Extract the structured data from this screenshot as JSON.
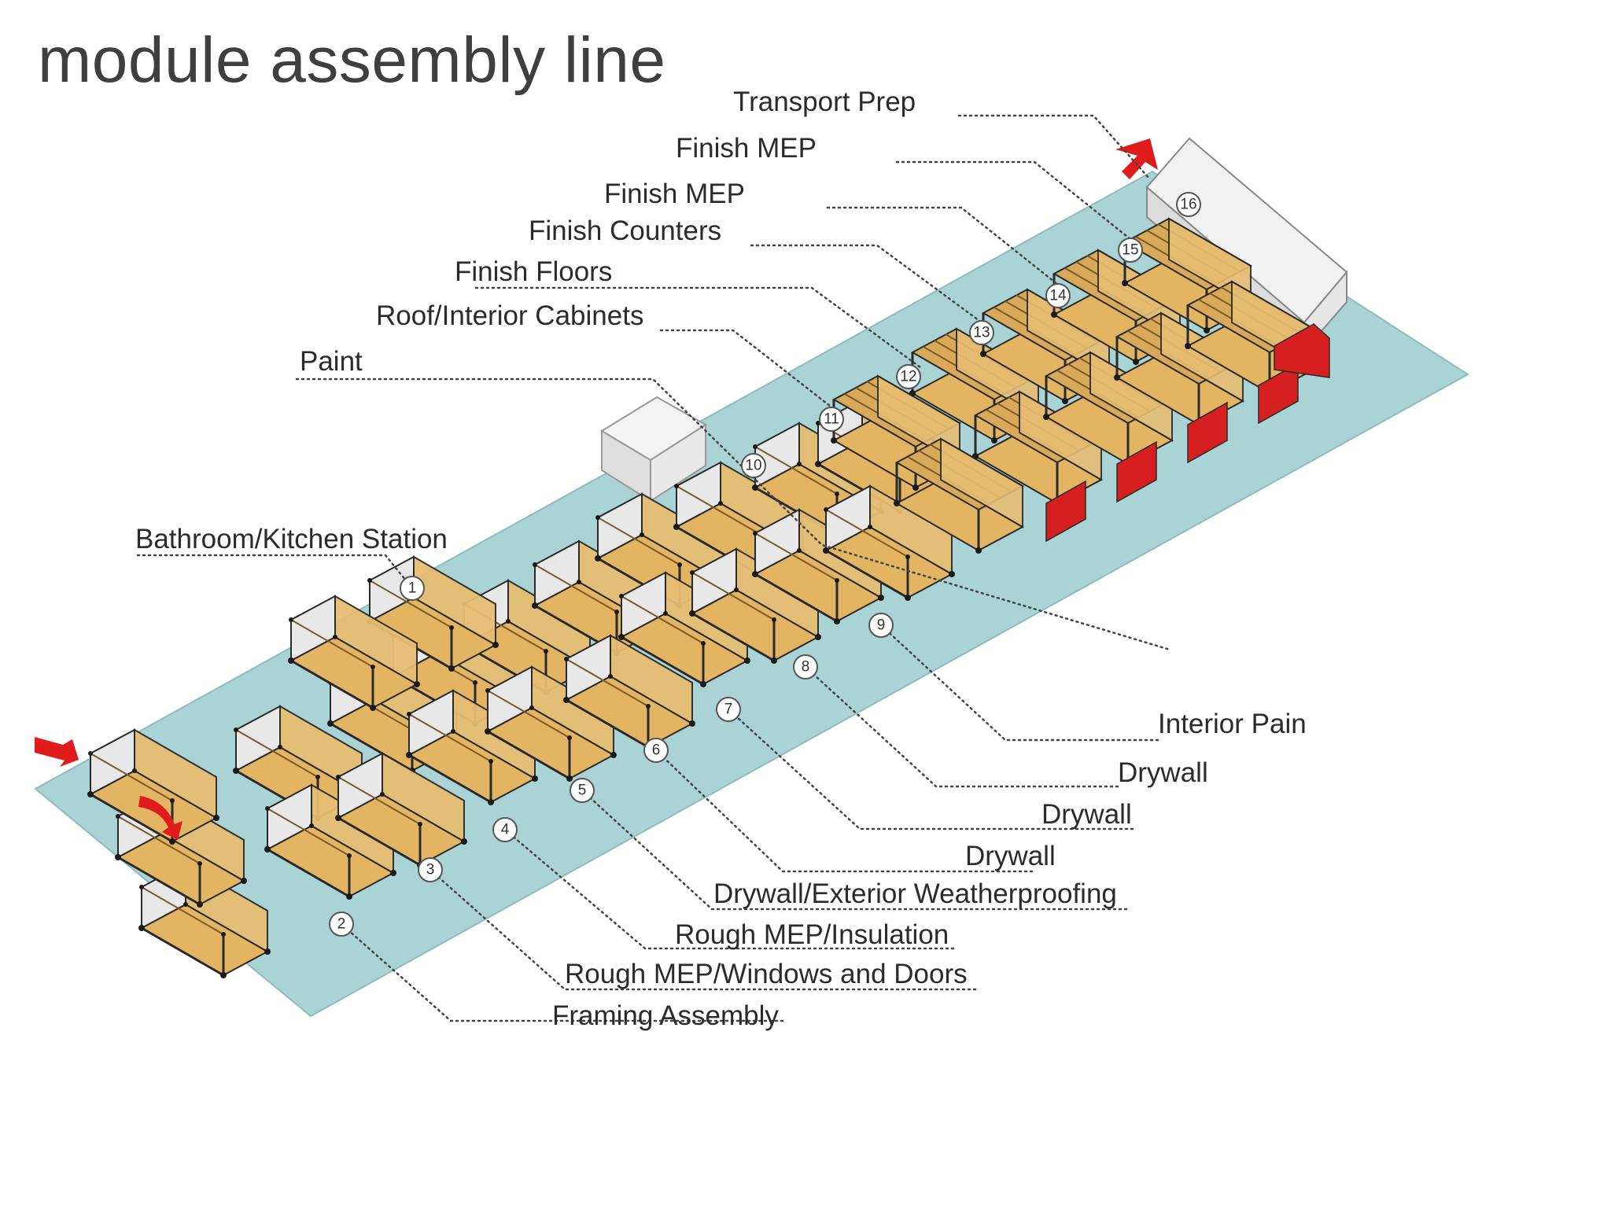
{
  "title": "module assembly line",
  "colors": {
    "floor": "#a9d3d4",
    "wood": "#e7bd73",
    "floor_board": "#e3b562",
    "red_accent": "#d61f1f",
    "wall_gray": "#dcdcdc"
  },
  "stations": [
    {
      "number": "1",
      "label": "Bathroom/Kitchen Station"
    },
    {
      "number": "2",
      "label": "Framing Assembly"
    },
    {
      "number": "3",
      "label": "Rough MEP/Windows and Doors"
    },
    {
      "number": "4",
      "label": "Rough MEP/Insulation"
    },
    {
      "number": "5",
      "label": "Drywall/Exterior Weatherproofing"
    },
    {
      "number": "6",
      "label": "Drywall"
    },
    {
      "number": "7",
      "label": "Drywall"
    },
    {
      "number": "8",
      "label": "Drywall"
    },
    {
      "number": "9",
      "label": "Interior Pain"
    },
    {
      "number": "10",
      "label": "Paint"
    },
    {
      "number": "11",
      "label": "Roof/Interior Cabinets"
    },
    {
      "number": "12",
      "label": "Finish Floors"
    },
    {
      "number": "13",
      "label": "Finish Counters"
    },
    {
      "number": "14",
      "label": "Finish MEP"
    },
    {
      "number": "15",
      "label": "Finish MEP"
    },
    {
      "number": "16",
      "label": "Transport Prep"
    }
  ]
}
